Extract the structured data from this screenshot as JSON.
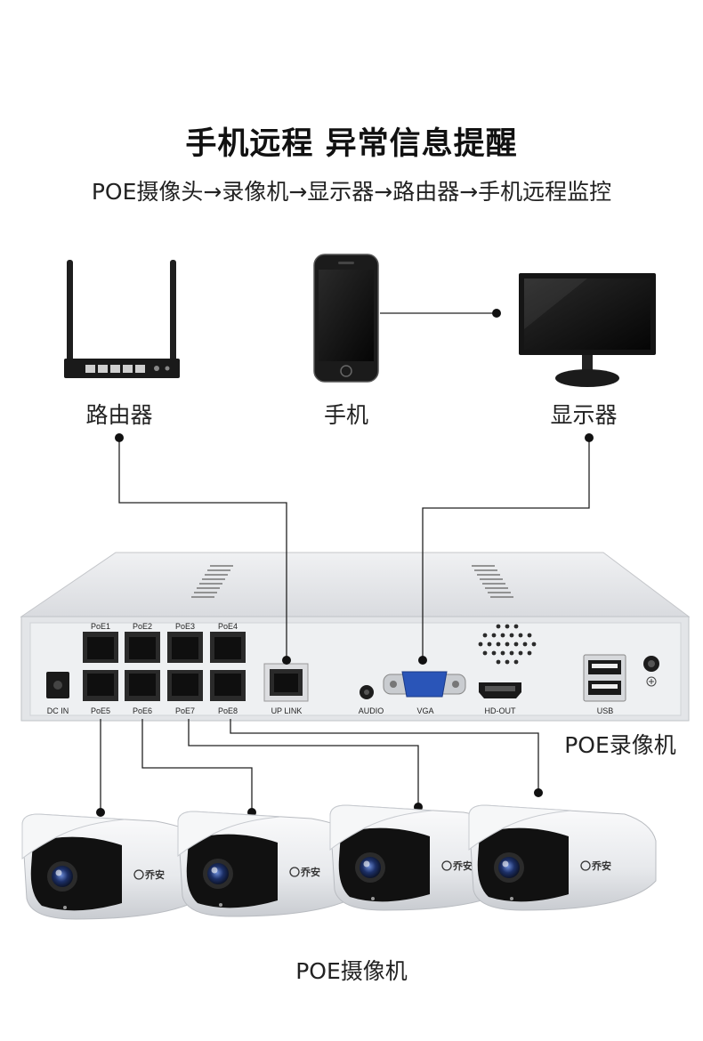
{
  "header": {
    "title": "手机远程  异常信息提醒",
    "subtitle": "POE摄像头→录像机→显示器→路由器→手机远程监控"
  },
  "devices": {
    "router_label": "路由器",
    "phone_label": "手机",
    "monitor_label": "显示器",
    "nvr_label": "POE录像机",
    "cameras_label": "POE摄像机"
  },
  "nvr": {
    "poe_top_ports": [
      "PoE1",
      "PoE2",
      "PoE3",
      "PoE4"
    ],
    "poe_bottom_ports": [
      "PoE5",
      "PoE6",
      "PoE7",
      "PoE8"
    ],
    "dc_in": "DC IN",
    "uplink": "UP LINK",
    "audio": "AUDIO",
    "vga": "VGA",
    "hd_out": "HD-OUT",
    "usb": "USB"
  },
  "camera": {
    "brand": "乔安",
    "count": 4
  },
  "colors": {
    "line": "#222222",
    "nvr_body": "#e4e6ea",
    "panel": "#f1f2f4",
    "vga_blue": "#2a55b8"
  }
}
